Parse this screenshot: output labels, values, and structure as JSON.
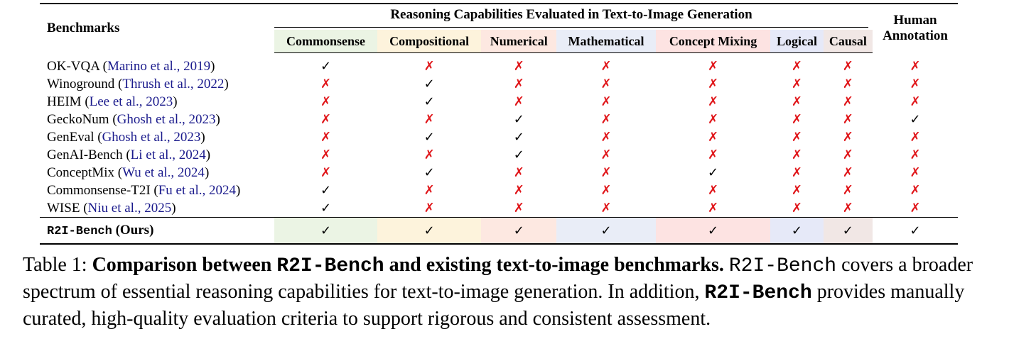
{
  "table": {
    "header_benchmarks": "Benchmarks",
    "group_title": "Reasoning Capabilities Evaluated in Text-to-Image Generation",
    "human_line1": "Human",
    "human_line2": "Annotation",
    "capabilities": [
      {
        "label": "Commonsense",
        "color": "#ebf4e4"
      },
      {
        "label": "Compositional",
        "color": "#fdf3dc"
      },
      {
        "label": "Numerical",
        "color": "#fde8e1"
      },
      {
        "label": "Mathematical",
        "color": "#e9edf7"
      },
      {
        "label": "Concept Mixing",
        "color": "#fde3e2"
      },
      {
        "label": "Logical",
        "color": "#e6e9f8"
      },
      {
        "label": "Causal",
        "color": "#f1e7e5"
      }
    ],
    "rows": [
      {
        "name": "OK-VQA",
        "cite": "Marino et al., 2019",
        "marks": [
          "✓",
          "✗",
          "✗",
          "✗",
          "✗",
          "✗",
          "✗",
          "✗"
        ]
      },
      {
        "name": "Winoground",
        "cite": "Thrush et al., 2022",
        "marks": [
          "✗",
          "✓",
          "✗",
          "✗",
          "✗",
          "✗",
          "✗",
          "✗"
        ]
      },
      {
        "name": "HEIM",
        "cite": "Lee et al., 2023",
        "marks": [
          "✗",
          "✓",
          "✗",
          "✗",
          "✗",
          "✗",
          "✗",
          "✗"
        ]
      },
      {
        "name": "GeckoNum",
        "cite": "Ghosh et al., 2023",
        "marks": [
          "✗",
          "✗",
          "✓",
          "✗",
          "✗",
          "✗",
          "✗",
          "✓"
        ]
      },
      {
        "name": "GenEval",
        "cite": "Ghosh et al., 2023",
        "marks": [
          "✗",
          "✓",
          "✓",
          "✗",
          "✗",
          "✗",
          "✗",
          "✗"
        ]
      },
      {
        "name": "GenAI-Bench",
        "cite": "Li et al., 2024",
        "marks": [
          "✗",
          "✗",
          "✓",
          "✗",
          "✗",
          "✗",
          "✗",
          "✗"
        ]
      },
      {
        "name": "ConceptMix",
        "cite": "Wu et al., 2024",
        "marks": [
          "✗",
          "✓",
          "✗",
          "✗",
          "✓",
          "✗",
          "✗",
          "✗"
        ]
      },
      {
        "name": "Commonsense-T2I",
        "cite": "Fu et al., 2024",
        "marks": [
          "✓",
          "✗",
          "✗",
          "✗",
          "✗",
          "✗",
          "✗",
          "✗"
        ]
      },
      {
        "name": "WISE",
        "cite": "Niu et al., 2025",
        "marks": [
          "✓",
          "✗",
          "✗",
          "✗",
          "✗",
          "✗",
          "✗",
          "✗"
        ]
      }
    ],
    "ours": {
      "name": "R2I-Bench",
      "suffix": " (Ours)",
      "marks": [
        "✓",
        "✓",
        "✓",
        "✓",
        "✓",
        "✓",
        "✓",
        "✓"
      ]
    }
  },
  "caption": {
    "label": "Table 1:",
    "bold_a": "Comparison between",
    "mono_1": "R2I-Bench",
    "bold_b": "and existing text-to-image benchmarks.",
    "mono_2": "R2I-Bench",
    "text_a": "covers a broader spectrum of essential reasoning capabilities for text-to-image generation. In addition,",
    "mono_3": "R2I-Bench",
    "text_b": "provides manually curated, high-quality evaluation criteria to support rigorous and consistent assessment."
  },
  "colors": {
    "check": "#000000",
    "cross": "#e0161a",
    "citation": "#1a1a8c"
  }
}
